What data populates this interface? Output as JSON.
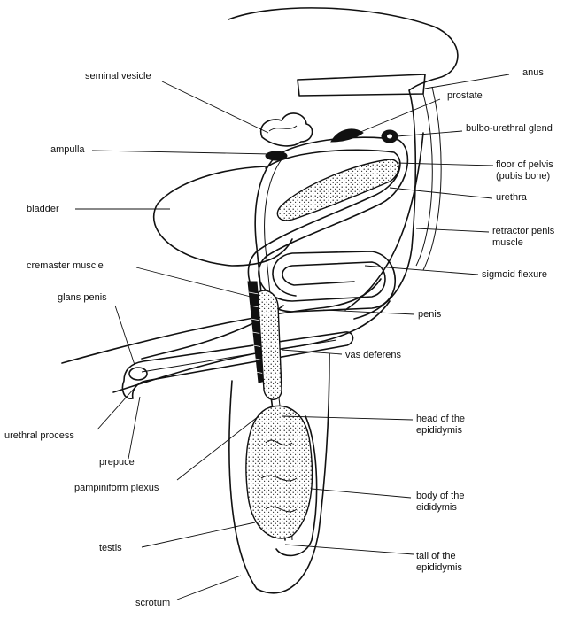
{
  "labels": {
    "seminal_vesicle": "seminal vesicle",
    "anus": "anus",
    "prostate": "prostate",
    "bulbo_urethral_gland": "bulbo-urethral glend",
    "ampulla": "ampulla",
    "floor_of_pelvis_1": "floor of pelvis",
    "floor_of_pelvis_2": "(pubis bone)",
    "bladder": "bladder",
    "urethra": "urethra",
    "retractor_penis_1": "retractor penis",
    "retractor_penis_2": "muscle",
    "cremaster_muscle": "cremaster muscle",
    "sigmoid_flexure": "sigmoid flexure",
    "glans_penis": "glans penis",
    "penis": "penis",
    "vas_deferens": "vas deferens",
    "head_epididymis_1": "head of the",
    "head_epididymis_2": "epididymis",
    "urethral_process": "urethral process",
    "prepuce": "prepuce",
    "pampiniform_plexus": "pampiniform plexus",
    "body_epididymis_1": "body of the",
    "body_epididymis_2": "eididymis",
    "testis": "testis",
    "tail_epididymis_1": "tail of the",
    "tail_epididymis_2": "epididymis",
    "scrotum": "scrotum"
  }
}
